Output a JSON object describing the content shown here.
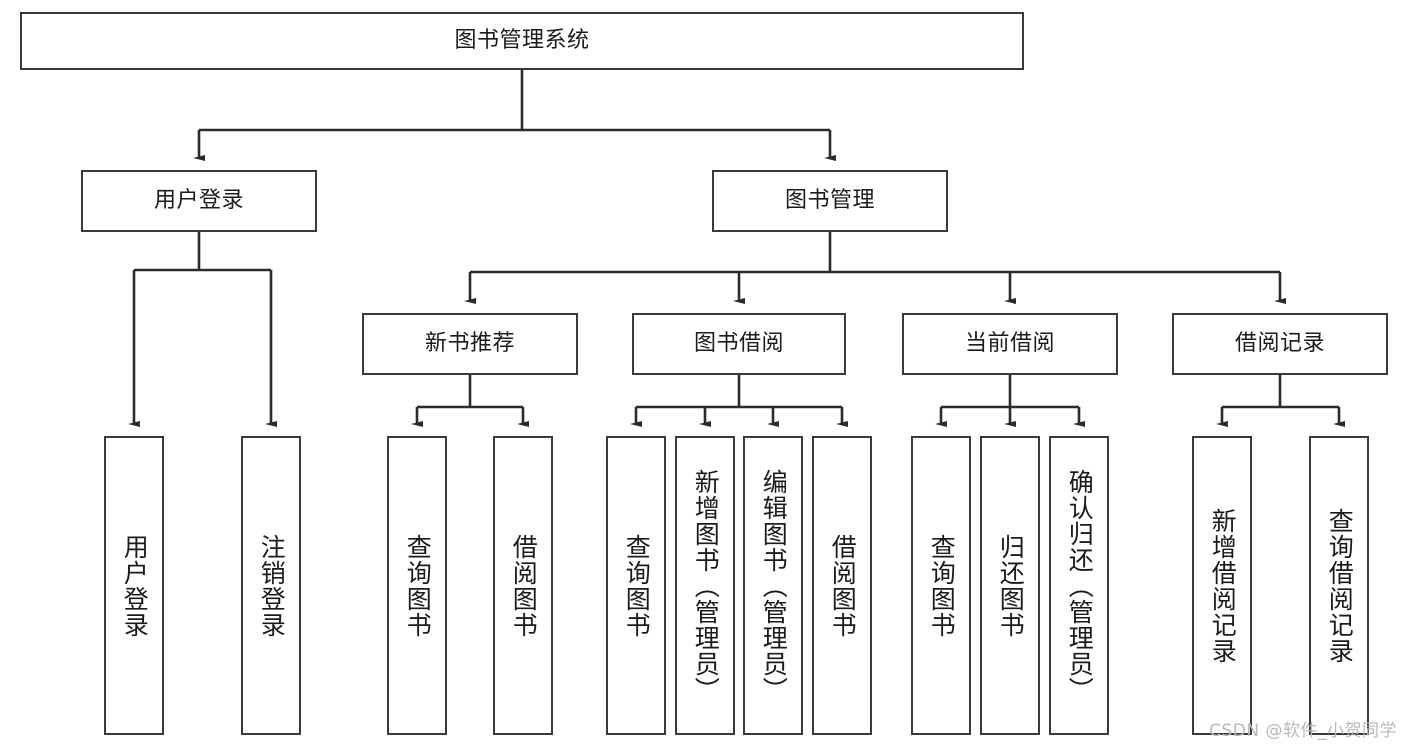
{
  "diagram": {
    "title": "图书管理系统",
    "watermark": "CSDN @软件_小贺同学",
    "colors": {
      "box_border": "#3a3a3a",
      "box_fill": "#ffffff",
      "edge": "#2b2b2b",
      "text": "#1b1b1b",
      "watermark": "#b9b9b9",
      "background": "#ffffff"
    },
    "root": {
      "label": "图书管理系统"
    },
    "level1": [
      {
        "label": "用户登录"
      },
      {
        "label": "图书管理"
      }
    ],
    "level2": [
      {
        "label": "新书推荐"
      },
      {
        "label": "图书借阅"
      },
      {
        "label": "当前借阅"
      },
      {
        "label": "借阅记录"
      }
    ],
    "leaves": {
      "user_login": [
        {
          "label": "用户登录"
        },
        {
          "label": "注销登录"
        }
      ],
      "new_book_recommend": [
        {
          "label": "查询图书"
        },
        {
          "label": "借阅图书"
        }
      ],
      "book_borrow": [
        {
          "label": "查询图书"
        },
        {
          "label": "新增图书（管理员）"
        },
        {
          "label": "编辑图书（管理员）"
        },
        {
          "label": "借阅图书"
        }
      ],
      "current_borrow": [
        {
          "label": "查询图书"
        },
        {
          "label": "归还图书"
        },
        {
          "label": "确认归还（管理员）"
        }
      ],
      "borrow_record": [
        {
          "label": "新增借阅记录"
        },
        {
          "label": "查询借阅记录"
        }
      ]
    }
  }
}
